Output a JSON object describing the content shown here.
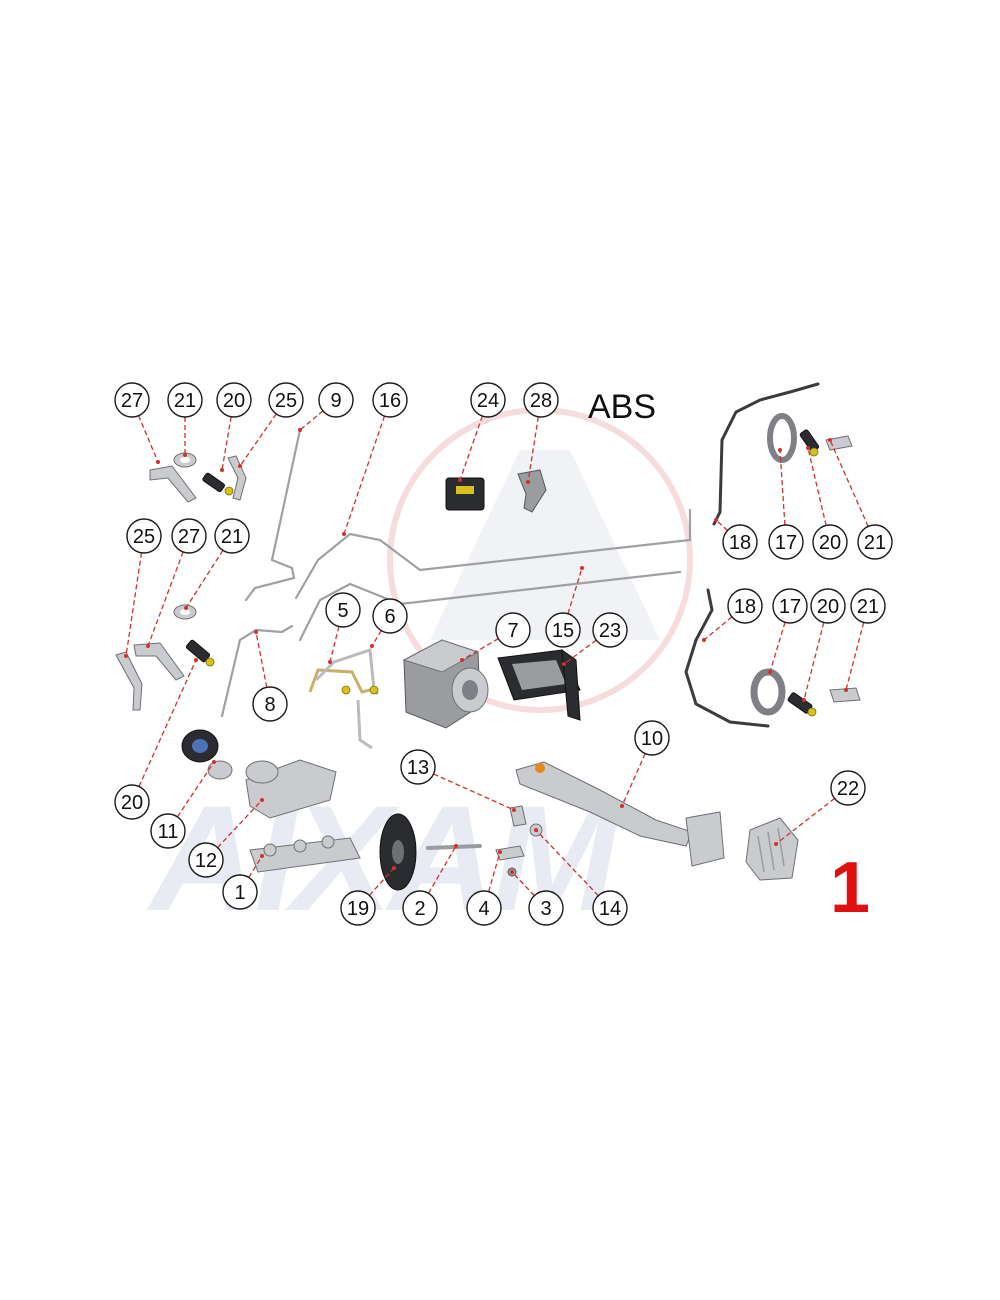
{
  "diagram": {
    "section_label": "ABS",
    "page_number": "1",
    "watermark": "AIXAM",
    "colors": {
      "leader_line": "#d2312c",
      "page_number": "#e01010",
      "watermark": "#e8ebf3"
    },
    "callouts": [
      {
        "label": "27"
      },
      {
        "label": "21"
      },
      {
        "label": "20"
      },
      {
        "label": "25"
      },
      {
        "label": "9"
      },
      {
        "label": "16"
      },
      {
        "label": "24"
      },
      {
        "label": "28"
      },
      {
        "label": "25"
      },
      {
        "label": "27"
      },
      {
        "label": "21"
      },
      {
        "label": "5"
      },
      {
        "label": "6"
      },
      {
        "label": "7"
      },
      {
        "label": "15"
      },
      {
        "label": "23"
      },
      {
        "label": "8"
      },
      {
        "label": "18"
      },
      {
        "label": "17"
      },
      {
        "label": "20"
      },
      {
        "label": "21"
      },
      {
        "label": "18"
      },
      {
        "label": "17"
      },
      {
        "label": "20"
      },
      {
        "label": "21"
      },
      {
        "label": "10"
      },
      {
        "label": "13"
      },
      {
        "label": "22"
      },
      {
        "label": "20"
      },
      {
        "label": "11"
      },
      {
        "label": "12"
      },
      {
        "label": "1"
      },
      {
        "label": "19"
      },
      {
        "label": "2"
      },
      {
        "label": "4"
      },
      {
        "label": "3"
      },
      {
        "label": "14"
      }
    ]
  }
}
